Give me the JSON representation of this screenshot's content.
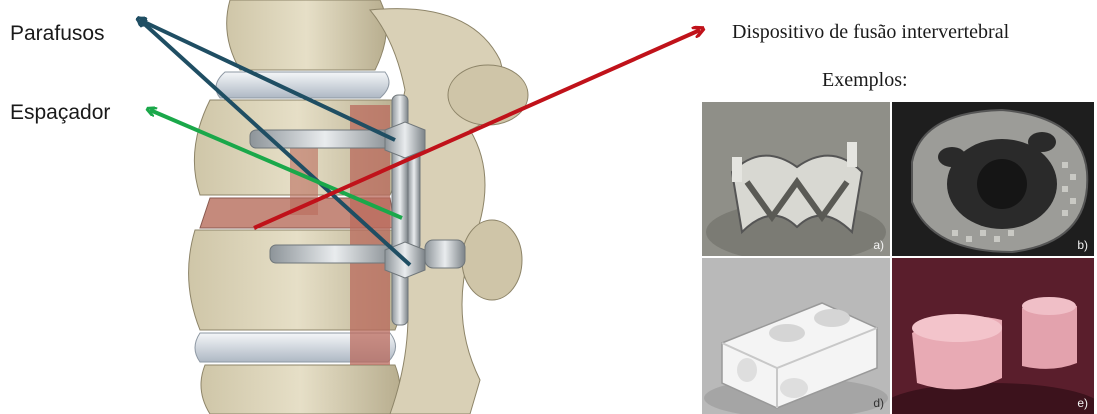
{
  "labels": {
    "screws": "Parafusos",
    "spacer": "Espaçador",
    "device": "Dispositivo de fusão intervertebral",
    "examples": "Exemplos:"
  },
  "panels": [
    {
      "id": "a",
      "caption": "a)"
    },
    {
      "id": "b",
      "caption": "b)"
    },
    {
      "id": "d",
      "caption": "d)"
    },
    {
      "id": "e",
      "caption": "e)"
    }
  ],
  "colors": {
    "screws_arrow": "#1f4e63",
    "spacer_arrow": "#1aa84a",
    "device_arrow": "#c0121a"
  }
}
